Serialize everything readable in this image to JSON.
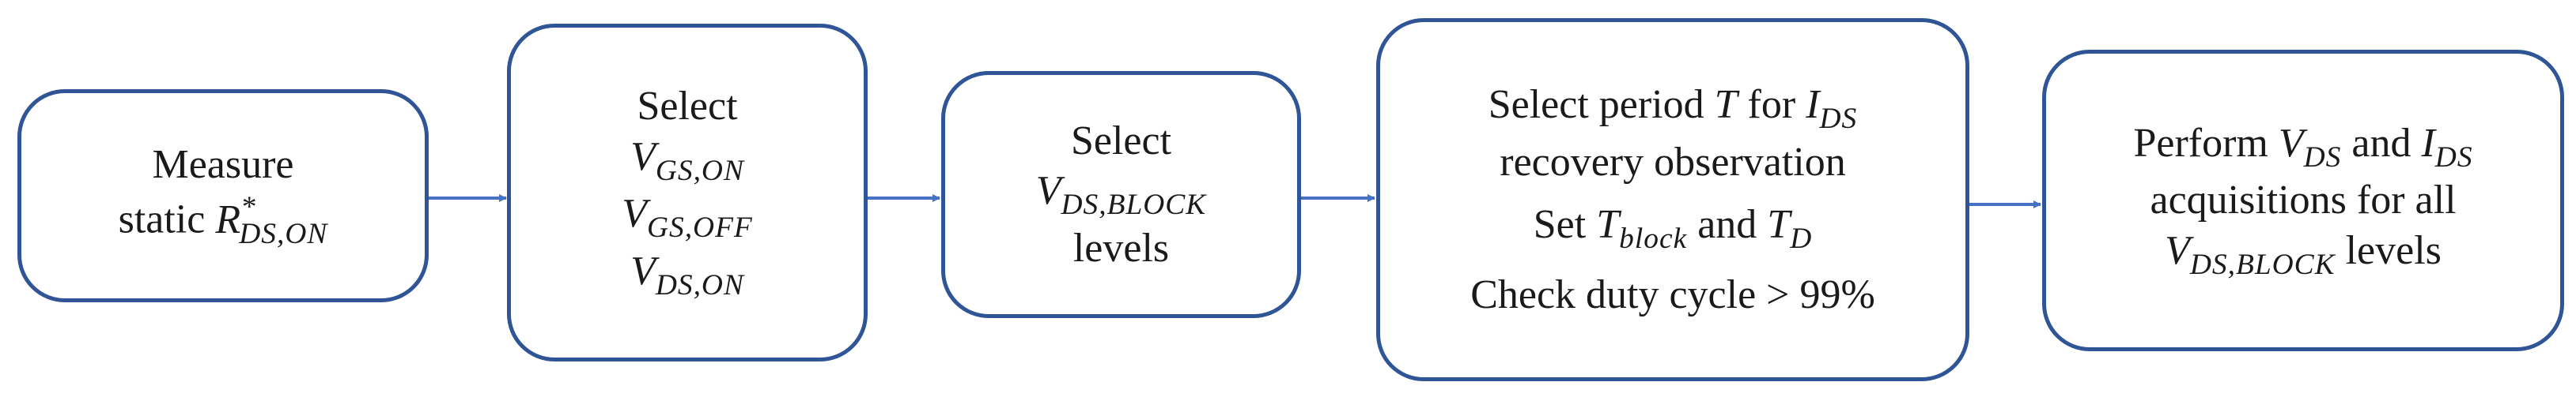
{
  "steps": [
    {
      "l1": "Measure",
      "l2_pre": "static "
    },
    {
      "l1": "Select"
    },
    {
      "l1": "Select",
      "l3": "levels"
    },
    {
      "l1_pre": "Select period ",
      "l1_mid": " for ",
      "l2": "recovery observation",
      "l3_pre": "Set ",
      "l3_mid": " and ",
      "l4": "Check duty cycle > 99%"
    },
    {
      "l1_pre": "Perform ",
      "l1_mid": " and ",
      "l2": "acquisitions for all",
      "l3_post": " levels"
    }
  ],
  "symbols": {
    "R": "R",
    "R_sub": "DS,ON",
    "R_sup": "*",
    "V": "V",
    "gs_on": "GS,ON",
    "gs_off": "GS,OFF",
    "ds_on": "DS,ON",
    "ds_block": "DS,BLOCK",
    "T": "T",
    "I": "I",
    "ds": "DS",
    "block": "block",
    "D": "D"
  },
  "colors": {
    "box_border": "#2f5597",
    "arrow": "#4472c4"
  }
}
